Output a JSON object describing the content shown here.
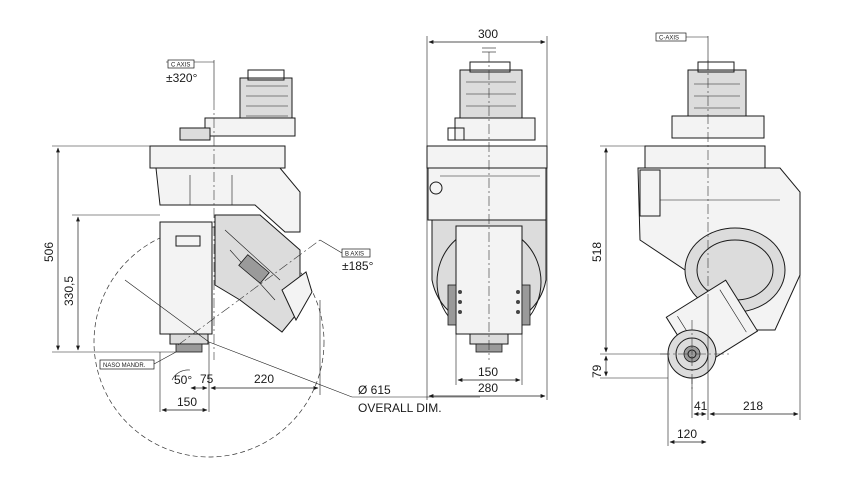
{
  "left_view": {
    "c_axis_tag": "C AXIS",
    "c_axis_value": "±320°",
    "b_axis_tag": "B AXIS",
    "b_axis_value": "±185°",
    "dim_506": "506",
    "dim_330": "330,5",
    "naso_tag": "NASO MANDR.",
    "angle_50": "50°",
    "dim_75": "75",
    "dim_220": "220",
    "dim_150": "150",
    "diameter": "Ø 615",
    "overall": "OVERALL DIM."
  },
  "middle_view": {
    "dim_300": "300",
    "dim_150": "150",
    "dim_280": "280"
  },
  "right_view": {
    "c_axis_tag": "C-AXIS",
    "dim_518": "518",
    "dim_79": "79",
    "dim_41": "41",
    "dim_218": "218",
    "dim_120": "120"
  }
}
